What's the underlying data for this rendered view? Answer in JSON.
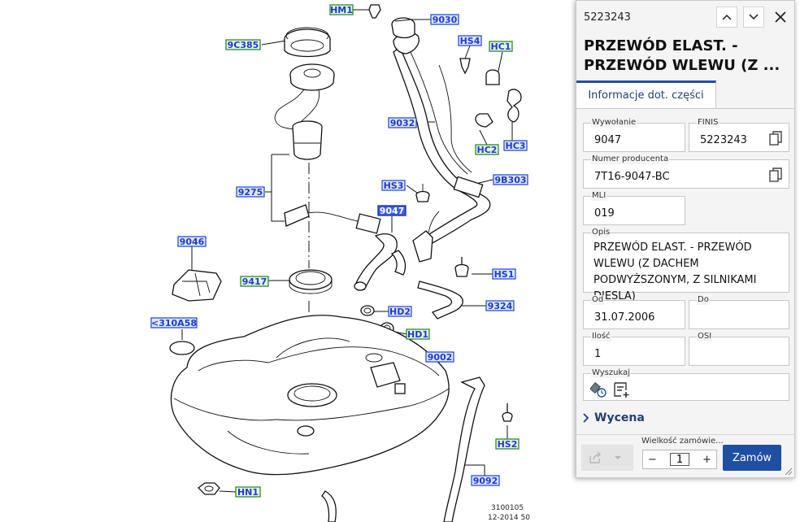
{
  "diagram": {
    "labels": {
      "hm1": "HM1",
      "p9030": "9030",
      "p9c385": "9C385",
      "hs4": "HS4",
      "hc1": "HC1",
      "p9032": "9032",
      "hc2": "HC2",
      "hc3": "HC3",
      "hs3": "HS3",
      "p9b303": "9B303",
      "p9275": "9275",
      "p9047": "9047",
      "p9046": "9046",
      "hs1": "HS1",
      "p9417": "9417",
      "p9324": "9324",
      "hd2": "HD2",
      "p310a58": "<310A58",
      "hd1": "HD1",
      "p9002": "9002",
      "hs2": "HS2",
      "p9092": "9092",
      "hn1": "HN1"
    },
    "footer_code": "3100105",
    "footer_date": "12-2014 50",
    "colors": {
      "blue_label": "#2a4fd8",
      "green_label": "#2a8a2a",
      "selected_label": "#3c5ce6"
    }
  },
  "panel": {
    "part_number": "5223243",
    "title": "PRZEWÓD ELAST. - PRZEWÓD WLEWU (Z ...",
    "tab_label": "Informacje dot. części",
    "fields": {
      "wywolanie": {
        "caption": "Wywołanie",
        "value": "9047"
      },
      "finis": {
        "caption": "FINIS",
        "value": "5223243"
      },
      "producer": {
        "caption": "Numer producenta",
        "value": "7T16-9047-BC"
      },
      "mli": {
        "caption": "MLI",
        "value": "019"
      },
      "opis": {
        "caption": "Opis",
        "value": "PRZEWÓD ELAST. - PRZEWÓD WLEWU (Z DACHEM PODWYŻSZONYM, Z SILNIKAMI DIESLA)"
      },
      "od": {
        "caption": "Od",
        "value": "31.07.2006"
      },
      "do": {
        "caption": "Do",
        "value": ""
      },
      "ilosc": {
        "caption": "Ilość",
        "value": "1"
      },
      "osi": {
        "caption": "OSI",
        "value": ""
      },
      "wyszukaj": {
        "caption": "Wyszukaj"
      }
    },
    "wycena_label": "Wycena",
    "quantity_label": "Wielkość zamówie...",
    "quantity_value": "1",
    "minus": "−",
    "plus": "+",
    "order_label": "Zamów",
    "accent": "#1f4fa0"
  }
}
